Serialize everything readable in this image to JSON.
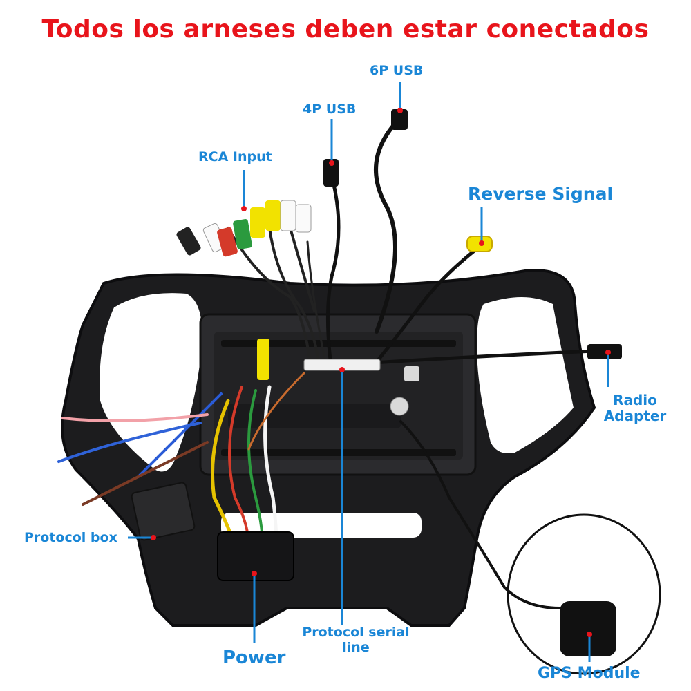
{
  "title": "Todos los arneses deben estar conectados",
  "labels": {
    "usb6p": "6P USB",
    "usb4p": "4P USB",
    "rca_input": "RCA Input",
    "reverse_signal": "Reverse Signal",
    "radio_adapter_line1": "Radio",
    "radio_adapter_line2": "Adapter",
    "protocol_box": "Protocol box",
    "protocol_serial_line1": "Protocol serial",
    "protocol_serial_line2": "line",
    "power": "Power",
    "gps_module": "GPS Module"
  },
  "colors": {
    "title": "#e8141b",
    "label": "#1a86d6",
    "pointer": "#1a86d6",
    "pointer_dot": "#e8141b",
    "frame": "#1c1c1e",
    "panel": "#2b2b2e"
  }
}
